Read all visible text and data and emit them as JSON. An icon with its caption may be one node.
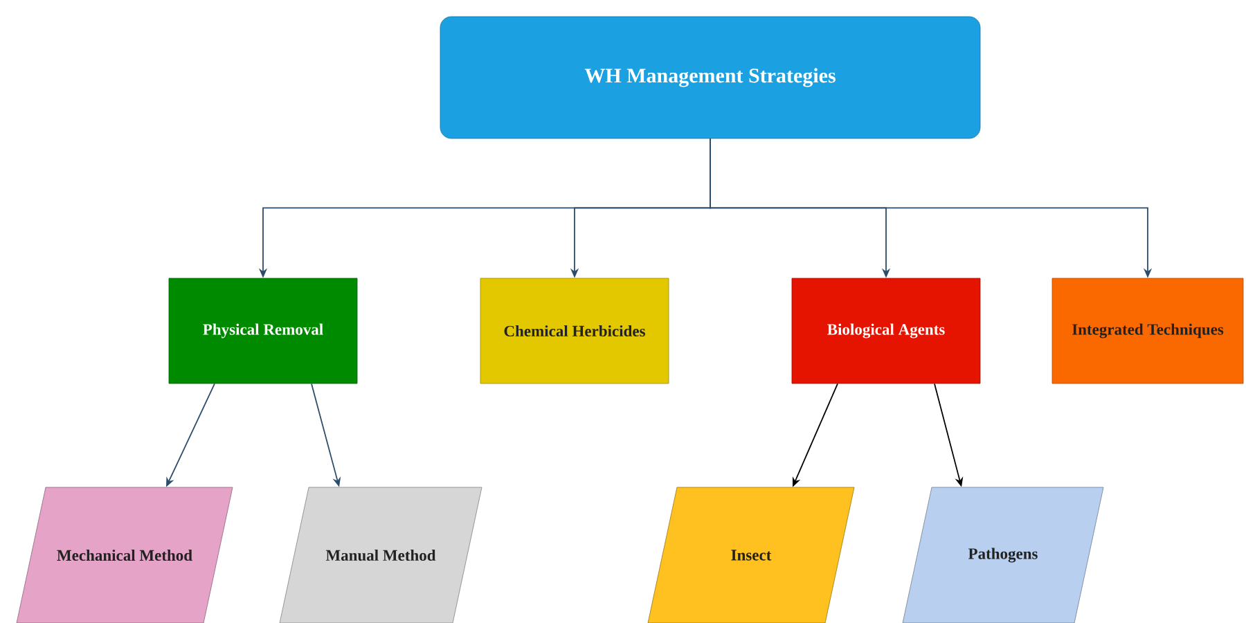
{
  "diagram": {
    "nodes": [
      {
        "text": [
          "WH Management Strategies"
        ]
      },
      {
        "text": [
          "Physical Removal"
        ]
      },
      {
        "text": [
          "Chemical Herbicides"
        ]
      },
      {
        "text": [
          "Biological Agents"
        ]
      },
      {
        "text": [
          "Integrated Techniques"
        ]
      },
      {
        "text": [
          "Mechanical Method"
        ]
      },
      {
        "text": [
          "Manual Method"
        ]
      },
      {
        "text": [
          "Insect"
        ]
      },
      {
        "text": [
          "Pathogens"
        ]
      }
    ],
    "edges": [
      {
        "from": 0,
        "to": 1,
        "arrow": "to"
      },
      {
        "from": 0,
        "to": 2,
        "arrow": "to"
      },
      {
        "from": 0,
        "to": 3,
        "arrow": "to"
      },
      {
        "from": 0,
        "to": 4,
        "arrow": "to"
      },
      {
        "from": 1,
        "to": 5,
        "arrow": "to"
      },
      {
        "from": 1,
        "to": 6,
        "arrow": "to"
      },
      {
        "from": 3,
        "to": 7,
        "arrow": "to",
        "color": "#000000"
      },
      {
        "from": 3,
        "to": 8,
        "arrow": "to",
        "color": "#000000"
      }
    ]
  }
}
